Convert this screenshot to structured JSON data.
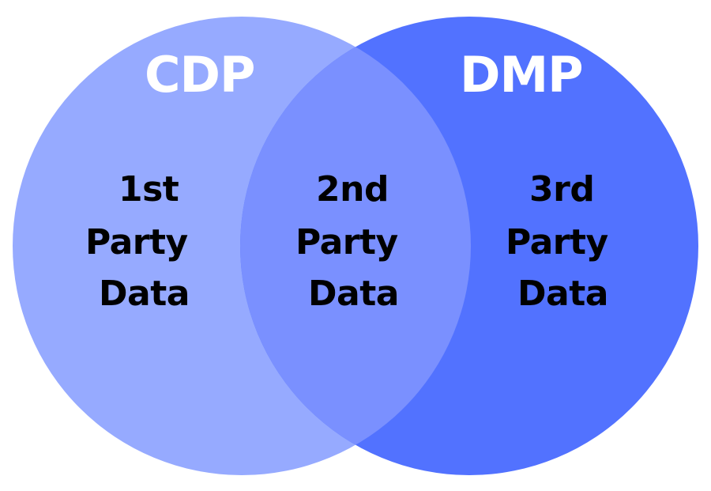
{
  "diagram": {
    "type": "venn",
    "colors": {
      "background": "#ffffff",
      "left_circle": "#96AAFF",
      "right_circle": "#5272FF",
      "overlap": "#7A90FF",
      "title_text": "#ffffff",
      "body_text": "#000000"
    },
    "circles": [
      {
        "title": "CDP",
        "label": {
          "line1": "1st",
          "line2": "Party",
          "line3": "Data"
        }
      },
      {
        "title": "DMP",
        "label": {
          "line1": "3rd",
          "line2": "Party",
          "line3": "Data"
        }
      }
    ],
    "overlap": {
      "label": {
        "line1": "2nd",
        "line2": "Party",
        "line3": "Data"
      }
    }
  }
}
